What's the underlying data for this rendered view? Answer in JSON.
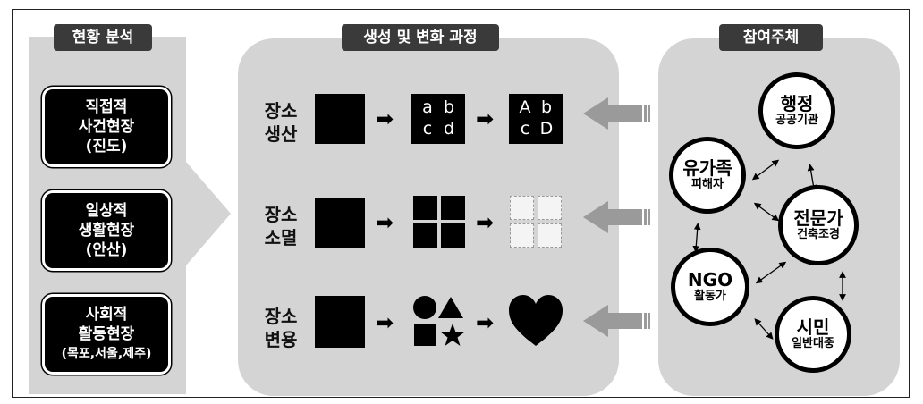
{
  "sections": {
    "analysis_title": "현황 분석",
    "process_title": "생성 및 변화 과정",
    "participants_title": "참여주체"
  },
  "sites": [
    {
      "line1": "직접적",
      "line2": "사건현장",
      "line3": "(진도)"
    },
    {
      "line1": "일상적",
      "line2": "생활현장",
      "line3": "(안산)"
    },
    {
      "line1": "사회적",
      "line2": "활동현장",
      "line3": "(목포,서울,제주)"
    }
  ],
  "rows": [
    {
      "line1": "장소",
      "line2": "생산",
      "letters1": [
        "a",
        "b",
        "c",
        "d"
      ],
      "letters2": [
        "A",
        "b",
        "c",
        "D"
      ]
    },
    {
      "line1": "장소",
      "line2": "소멸"
    },
    {
      "line1": "장소",
      "line2": "변용"
    }
  ],
  "actors": {
    "admin": {
      "name": "행정",
      "sub": "공공기관"
    },
    "family": {
      "name": "유가족",
      "sub": "피해자"
    },
    "expert": {
      "name": "전문가",
      "sub": "건축조경"
    },
    "ngo": {
      "name": "NGO",
      "sub": "활동가"
    },
    "citizen": {
      "name": "시민",
      "sub": "일반대중"
    }
  },
  "colors": {
    "panel": "#d4d4d4",
    "title_bg": "#3a3a3a",
    "ink": "#000000"
  }
}
